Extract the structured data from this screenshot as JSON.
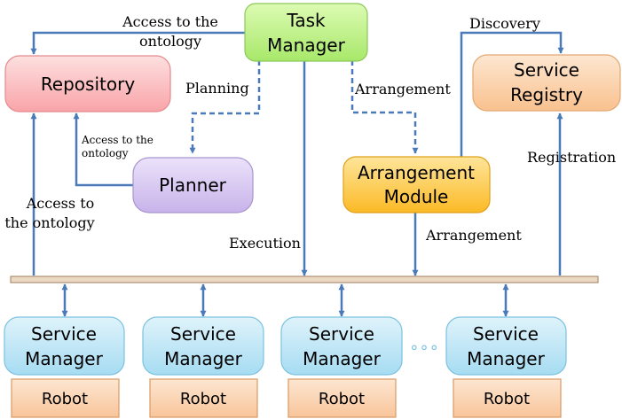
{
  "nodes": {
    "task_manager": {
      "line1": "Task",
      "line2": "Manager"
    },
    "repository": {
      "label": "Repository"
    },
    "planner": {
      "label": "Planner"
    },
    "arrangement_module": {
      "line1": "Arrangement",
      "line2": "Module"
    },
    "service_registry": {
      "line1": "Service",
      "line2": "Registry"
    },
    "service_managers": [
      {
        "line1": "Service",
        "line2": "Manager"
      },
      {
        "line1": "Service",
        "line2": "Manager"
      },
      {
        "line1": "Service",
        "line2": "Manager"
      },
      {
        "line1": "Service",
        "line2": "Manager"
      }
    ],
    "robots": [
      {
        "label": "Robot"
      },
      {
        "label": "Robot"
      },
      {
        "label": "Robot"
      },
      {
        "label": "Robot"
      }
    ]
  },
  "edge_labels": {
    "access_ontology_top": {
      "line1": "Access to the",
      "line2": "ontology"
    },
    "planning": "Planning",
    "arrangement_top": "Arrangement",
    "discovery": "Discovery",
    "access_ontology_planner": {
      "line1": "Access to the",
      "line2": "ontology"
    },
    "registration": "Registration",
    "access_ontology_left": {
      "line1": "Access to",
      "line2": "the ontology"
    },
    "execution": "Execution",
    "arrangement_bottom": "Arrangement"
  },
  "ellipsis": "∘∘∘",
  "colors": {
    "arrow": "#4a7ab8",
    "task_manager": "#b6f07c",
    "repository": "#fbb6b8",
    "planner": "#d3c2ef",
    "arrangement_module": "#fdc842",
    "service_registry": "#fcd2a6",
    "service_manager": "#b7e4f5",
    "robot": "#fbd2ae"
  }
}
